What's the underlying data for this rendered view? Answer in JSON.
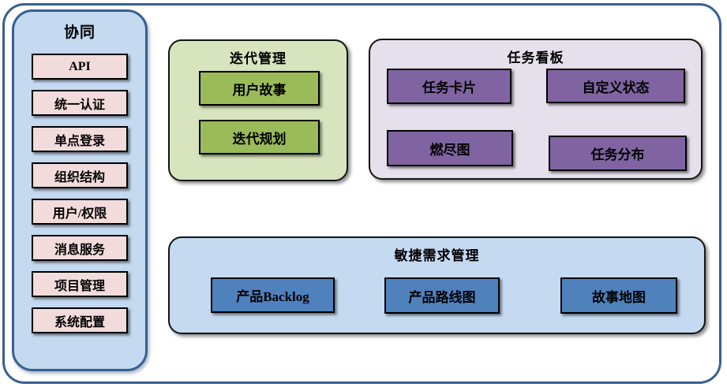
{
  "theme": {
    "frame_border": "#376092",
    "sidebar_bg": "#C5D9F1",
    "sidebar_item_bg": "#F2DCDB",
    "iteration_panel_bg": "#D7E4BD",
    "iteration_button_bg": "#9BBB59",
    "kanban_panel_bg": "#E5E0EC",
    "kanban_button_bg": "#8064A2",
    "agile_panel_bg": "#C5D9F1",
    "agile_button_bg": "#4F81BD",
    "node_border": "#000000"
  },
  "sidebar": {
    "title": "协同",
    "items": [
      "API",
      "统一认证",
      "单点登录",
      "组织结构",
      "用户/权限",
      "消息服务",
      "项目管理",
      "系统配置"
    ]
  },
  "panels": {
    "iteration": {
      "title": "迭代管理",
      "buttons": [
        "用户故事",
        "迭代规划"
      ]
    },
    "kanban": {
      "title": "任务看板",
      "buttons": [
        "任务卡片",
        "自定义状态",
        "燃尽图",
        "任务分布"
      ]
    },
    "agile": {
      "title": "敏捷需求管理",
      "buttons": [
        "产品Backlog",
        "产品路线图",
        "故事地图"
      ]
    }
  }
}
